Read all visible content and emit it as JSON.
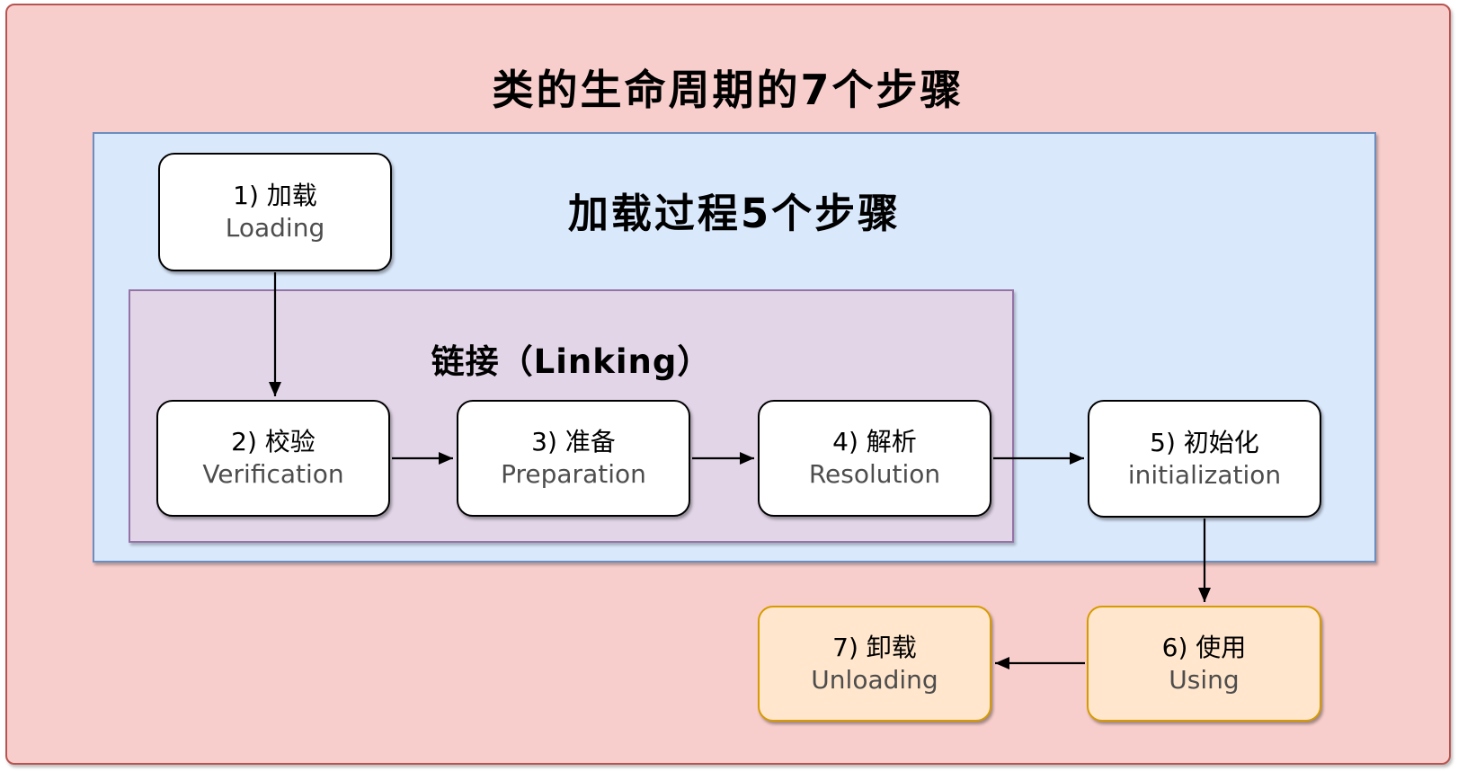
{
  "title": "类的生命周期的7个步骤",
  "containers": {
    "loading_process": {
      "label": "加载过程5个步骤"
    },
    "linking": {
      "label": "链接（Linking）"
    }
  },
  "nodes": [
    {
      "id": "loading",
      "zh": "1) 加载",
      "en": "Loading"
    },
    {
      "id": "verification",
      "zh": "2) 校验",
      "en": "Verification"
    },
    {
      "id": "preparation",
      "zh": "3) 准备",
      "en": "Preparation"
    },
    {
      "id": "resolution",
      "zh": "4) 解析",
      "en": "Resolution"
    },
    {
      "id": "initialization",
      "zh": "5) 初始化",
      "en": "initialization"
    },
    {
      "id": "using",
      "zh": "6) 使用",
      "en": "Using"
    },
    {
      "id": "unloading",
      "zh": "7) 卸载",
      "en": "Unloading"
    }
  ],
  "edges": [
    {
      "from": "loading",
      "to": "verification"
    },
    {
      "from": "verification",
      "to": "preparation"
    },
    {
      "from": "preparation",
      "to": "resolution"
    },
    {
      "from": "resolution",
      "to": "initialization"
    },
    {
      "from": "initialization",
      "to": "using"
    },
    {
      "from": "using",
      "to": "unloading"
    }
  ],
  "colors": {
    "frame_fill": "#F8CECC",
    "frame_stroke": "#B85450",
    "loading_fill": "#DAE8FC",
    "loading_stroke": "#6C8EBF",
    "linking_fill": "#E1D5E7",
    "linking_stroke": "#9673A6",
    "node_fill": "#FFFFFF",
    "node_stroke": "#000000",
    "accent_fill": "#FFE6CC",
    "accent_stroke": "#D79B00",
    "arrow": "#000000",
    "text_primary": "#000000",
    "text_secondary": "#4D4D4D"
  }
}
